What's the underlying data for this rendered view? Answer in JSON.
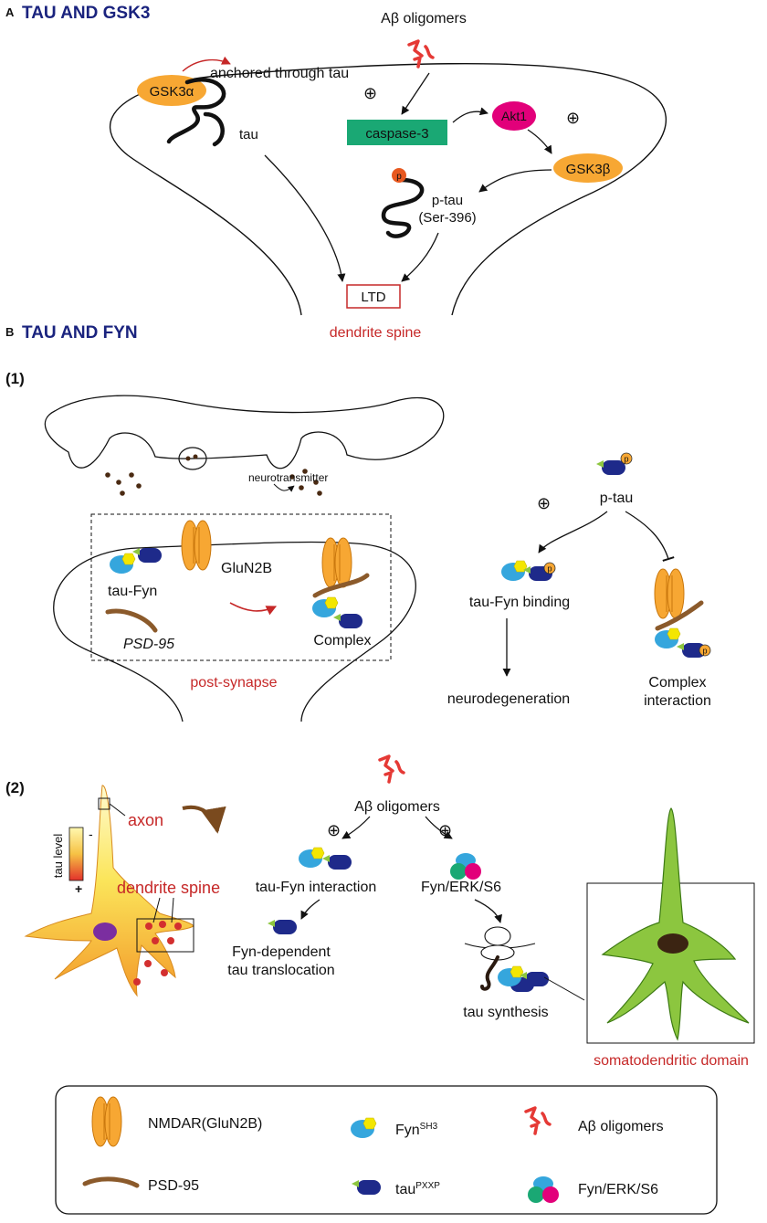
{
  "panel_a": {
    "letter": "A",
    "title": "TAU AND GSK3",
    "gsk3a": "GSK3α",
    "anchored": "anchored through tau",
    "tau": "tau",
    "abeta": "Aβ oligomers",
    "plus": "⊕",
    "caspase": "caspase-3",
    "akt1": "Akt1",
    "gsk3b": "GSK3β",
    "p_mark": "p",
    "ptau": "p-tau",
    "ser": "(Ser-396)",
    "ltd": "LTD",
    "spine": "dendrite spine"
  },
  "panel_b": {
    "letter": "B",
    "title": "TAU AND FYN",
    "sub1": "(1)",
    "neurotransmitter": "neurotransmitter",
    "tau_fyn": "tau-Fyn",
    "glun2b": "GluN2B",
    "psd95": "PSD-95",
    "complex": "Complex",
    "post_synapse": "post-synapse",
    "ptau": "p-tau",
    "p_mark": "p",
    "binding": "tau-Fyn binding",
    "neurodegeneration": "neurodegeneration",
    "complex_interaction_1": "Complex",
    "complex_interaction_2": "interaction",
    "sub2": "(2)",
    "abeta": "Aβ oligomers",
    "tau_level": "tau level",
    "minus": "-",
    "plus_sign": "+",
    "axon": "axon",
    "dendrite_spine": "dendrite spine",
    "tau_fyn_interaction": "tau-Fyn interaction",
    "fyn_erk_s6": "Fyn/ERK/S6",
    "fyn_dep_1": "Fyn-dependent",
    "fyn_dep_2": "tau translocation",
    "tau_synthesis": "tau synthesis",
    "somatodendritic": "somatodendritic domain"
  },
  "legend": {
    "nmdar": "NMDAR(GluN2B)",
    "psd95": "PSD-95",
    "fyn_base": "Fyn",
    "fyn_sup": "SH3",
    "tau_base": "tau",
    "tau_sup": "PXXP",
    "abeta": "Aβ oligomers",
    "fyn_erk": "Fyn/ERK/S6"
  },
  "colors": {
    "navy": "#1a237e",
    "red": "#c62828",
    "orange": "#f7a733",
    "green": "#1aa874",
    "magenta": "#e2007a",
    "blue_fyn": "#35a6dd",
    "navy_tau": "#1e2a8a",
    "yellow": "#f3e600",
    "brown": "#8b5a2b"
  }
}
